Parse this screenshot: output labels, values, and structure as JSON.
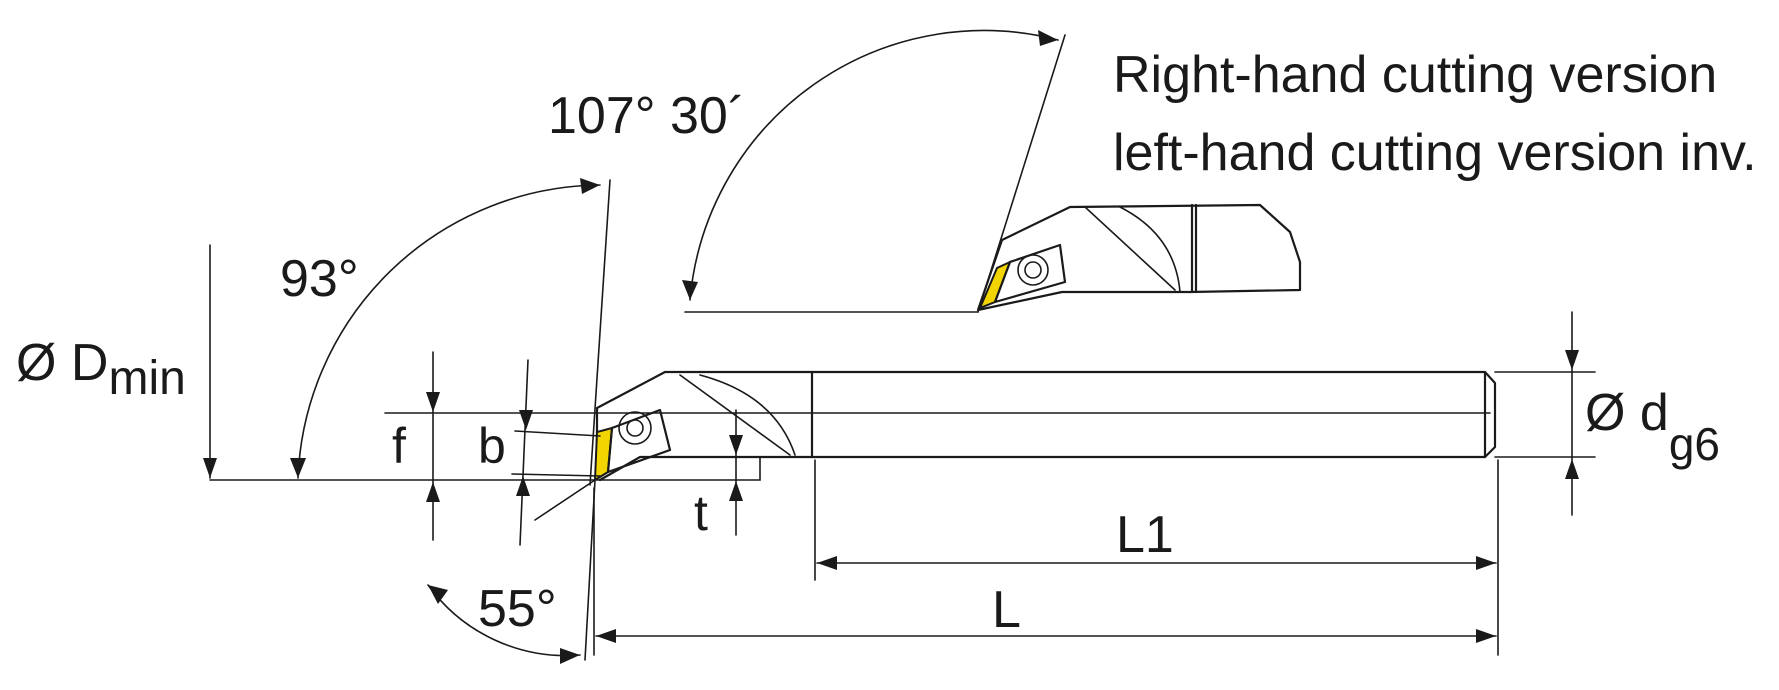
{
  "notes": {
    "line1": "Right-hand cutting version",
    "line2": "left-hand cutting version inv."
  },
  "labels": {
    "angle_top": "107° 30´",
    "angle_lead": "93°",
    "angle_insert": "55°",
    "d_min_prefix": "Ø D",
    "d_min_sub": "min",
    "f": "f",
    "b": "b",
    "t": "t",
    "d_prefix": "Ø d",
    "d_sub": "g6",
    "L1": "L1",
    "L": "L"
  },
  "colors": {
    "line": "#1a1a1a",
    "insert": "#f2d500",
    "background": "#ffffff"
  }
}
